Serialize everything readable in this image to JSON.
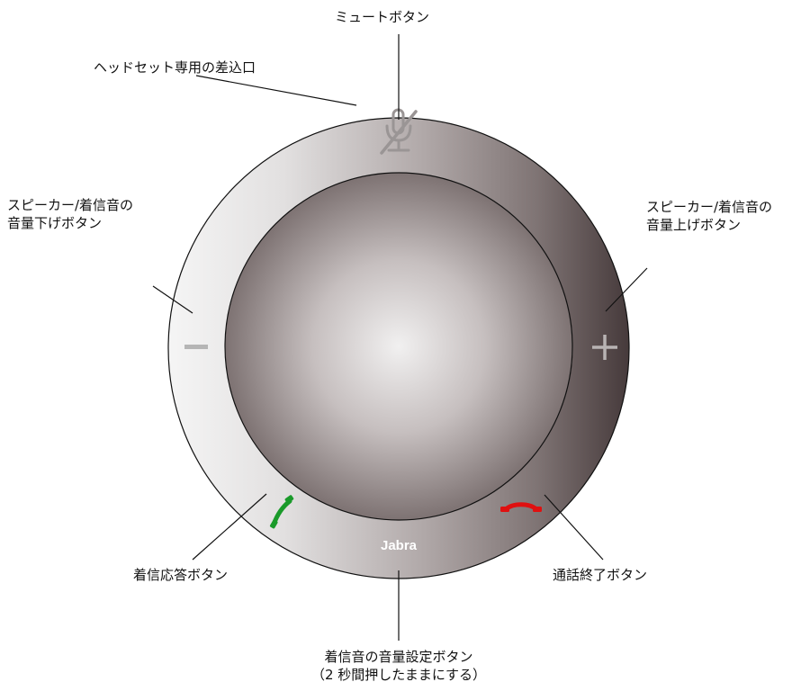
{
  "labels": {
    "mute": "ミュートボタン",
    "headset_port": "ヘッドセット専用の差込口",
    "vol_down_1": "スピーカー/着信音の",
    "vol_down_2": "音量下げボタン",
    "vol_up_1": "スピーカー/着信音の",
    "vol_up_2": "音量上げボタン",
    "answer": "着信応答ボタン",
    "end_call": "通話終了ボタン",
    "ringtone_1": "着信音の音量設定ボタン",
    "ringtone_2": "（2 秒間押したままにする）"
  },
  "device": {
    "brand": "Jabra",
    "icons": [
      "microphone-muted-icon",
      "minus-icon",
      "plus-icon",
      "phone-answer-icon",
      "phone-hangup-icon"
    ]
  },
  "colors": {
    "answer_icon": "#1a9a2a",
    "hangup_icon": "#e01010",
    "ring_light": "#f4f4f4",
    "ring_dark": "#4a3e3e",
    "button_symbol": "#a7a7a7"
  }
}
